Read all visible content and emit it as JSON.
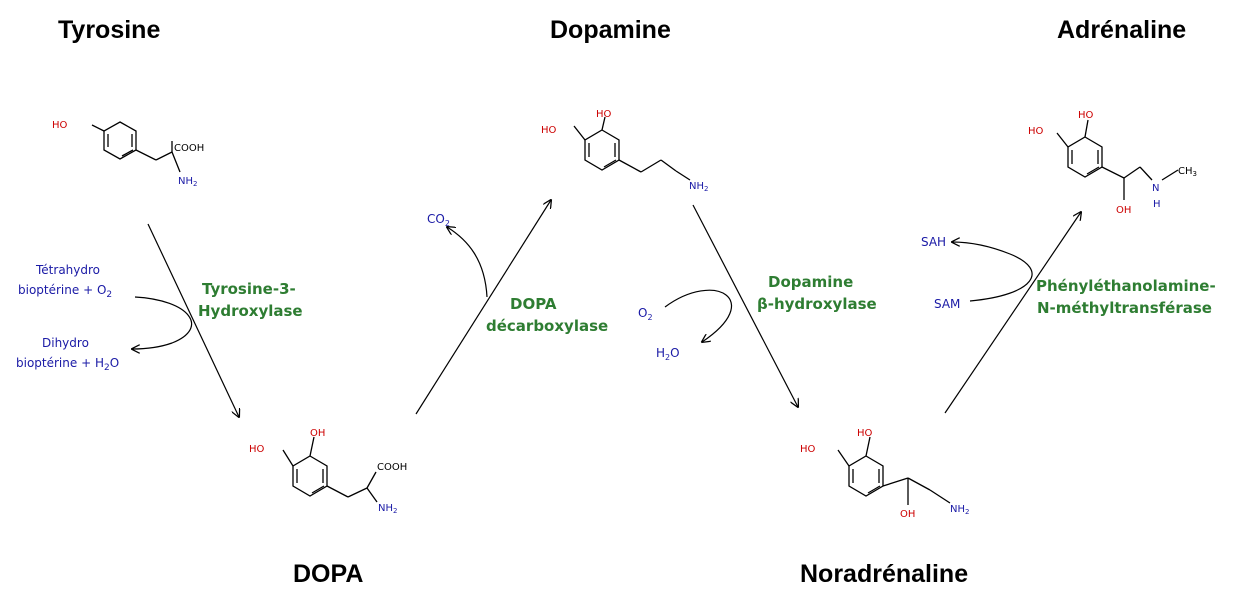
{
  "compounds": {
    "tyrosine": "Tyrosine",
    "dopa": "DOPA",
    "dopamine": "Dopamine",
    "noradrenaline": "Noradrénaline",
    "adrenaline": "Adrénaline"
  },
  "enzymes": {
    "tyrosine_hydroxylase": [
      "Tyrosine-3-",
      "Hydroxylase"
    ],
    "dopa_decarboxylase": [
      "DOPA",
      "décarboxylase"
    ],
    "dopamine_hydroxylase": [
      "Dopamine",
      "β-hydroxylase"
    ],
    "pnmt": [
      "Phényléthanolamine-",
      "N-méthyltransférase"
    ]
  },
  "cofactors": {
    "tetrahydro": [
      "Tétrahydro",
      "bioptérine + O",
      "2"
    ],
    "dihydro": [
      "Dihydro",
      "bioptérine + H",
      "2",
      "O"
    ],
    "co2": [
      "CO",
      "2"
    ],
    "o2": [
      "O",
      "2"
    ],
    "h2o": [
      "H",
      "2",
      "O"
    ],
    "sah": "SAH",
    "sam": "SAM"
  },
  "atoms": {
    "ho": "HO",
    "oh": "OH",
    "cooh": "COOH",
    "nh2": [
      "NH",
      "2"
    ],
    "n": "N",
    "h": "H",
    "ch3": [
      "CH",
      "3"
    ]
  },
  "colors": {
    "enzyme": "#2e7d32",
    "cofactor": "#1a1aa6",
    "hydroxyl": "#cc0000"
  }
}
